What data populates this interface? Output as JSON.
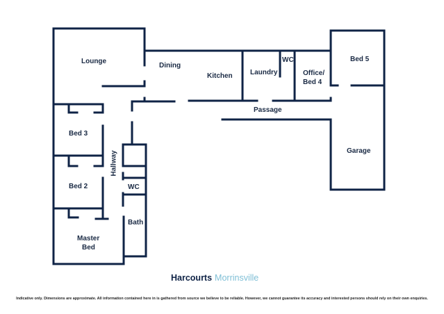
{
  "rooms": {
    "lounge": "Lounge",
    "dining": "Dining",
    "kitchen": "Kitchen",
    "laundry": "Laundry",
    "wc_top": "WC",
    "office_line1": "Office/",
    "office_line2": "Bed 4",
    "bed5": "Bed 5",
    "passage": "Passage",
    "garage": "Garage",
    "bed3": "Bed 3",
    "hallway": "Hallway",
    "bed2": "Bed 2",
    "wc_hall": "WC",
    "bath": "Bath",
    "master_line1": "Master",
    "master_line2": "Bed"
  },
  "branding": {
    "company": "Harcourts",
    "office": "Morrinsville"
  },
  "disclaimer": "Indicative only. Dimensions are approximate. All information contained here in is gathered from source we believe to be reliable. However, we cannot guarantee its accuracy and interested persons should rely on their own enquiries.",
  "colors": {
    "wall": "#0f2346",
    "brand_primary": "#0f2346",
    "brand_secondary": "#7fbfd6"
  }
}
